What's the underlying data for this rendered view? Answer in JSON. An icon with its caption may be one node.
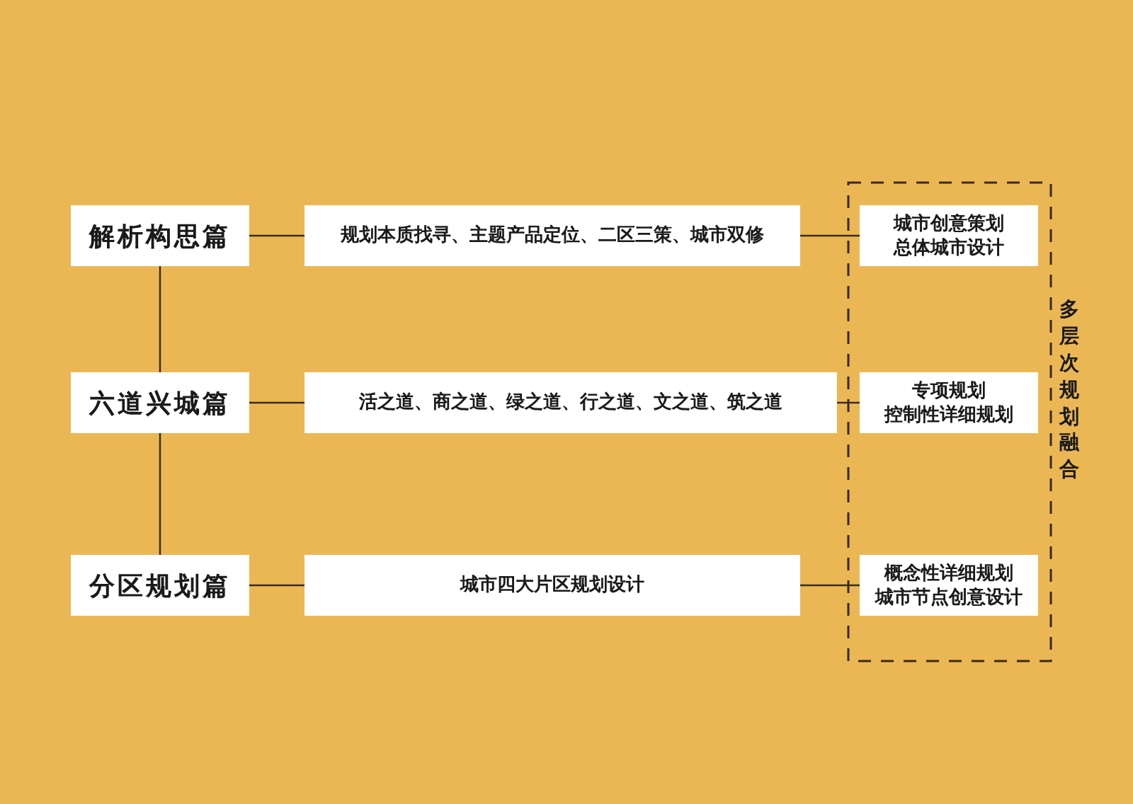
{
  "diagram": {
    "nodes": [
      {
        "text": [
          "解析构思篇"
        ]
      },
      {
        "text": [
          "规划本质找寻、主题产品定位、二区三策、城市双修"
        ]
      },
      {
        "text": [
          "多层次规划融合"
        ]
      },
      {
        "text": [
          "城市创意策划",
          "总体城市设计"
        ],
        "in": 2
      },
      {
        "text": [
          "六道兴城篇"
        ]
      },
      {
        "text": [
          "活之道、商之道、绿之道、行之道、文之道、筑之道"
        ]
      },
      {
        "text": [
          "专项规划",
          "控制性详细规划"
        ],
        "in": 2
      },
      {
        "text": [
          "分区规划篇"
        ]
      },
      {
        "text": [
          "城市四大片区规划设计"
        ]
      },
      {
        "text": [
          "概念性详细规划",
          "城市节点创意设计"
        ],
        "in": 2
      }
    ],
    "edges": [
      {
        "from": 0,
        "to": 1,
        "arrow": "none"
      },
      {
        "from": 1,
        "to": 3,
        "arrow": "none"
      },
      {
        "from": 0,
        "to": 4,
        "arrow": "none"
      },
      {
        "from": 4,
        "to": 5,
        "arrow": "none"
      },
      {
        "from": 5,
        "to": 6,
        "arrow": "none"
      },
      {
        "from": 4,
        "to": 7,
        "arrow": "none"
      },
      {
        "from": 7,
        "to": 8,
        "arrow": "none"
      },
      {
        "from": 8,
        "to": 9,
        "arrow": "none"
      }
    ]
  }
}
